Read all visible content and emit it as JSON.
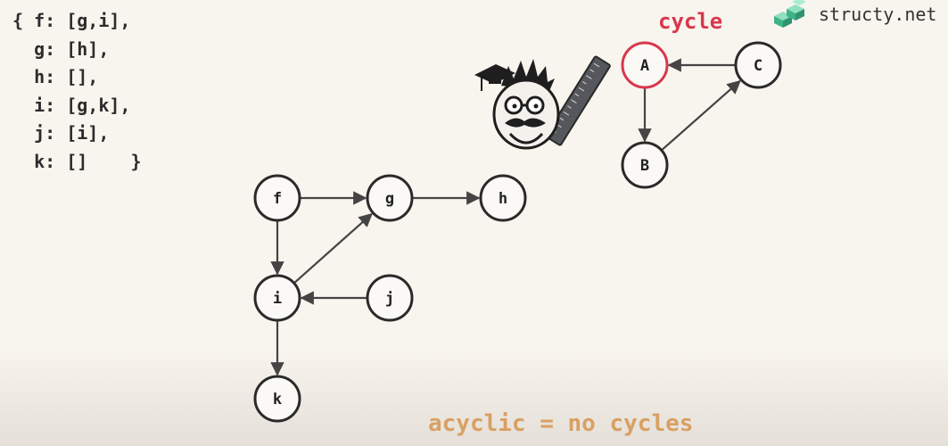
{
  "colors": {
    "node_stroke": "#2a2a2a",
    "highlight": "#d9374b",
    "accent": "#d9a063",
    "edge": "#444444",
    "brand": "#4fc49a"
  },
  "code": {
    "lines": [
      "{ f: [g,i],",
      "  g: [h],",
      "  h: [],",
      "  i: [g,k],",
      "  j: [i],",
      "  k: []    }"
    ]
  },
  "brand": {
    "text": "structy.net",
    "icon": "structy-logo-icon"
  },
  "mascot": {
    "icon": "professor-mascot-with-ruler-icon"
  },
  "cycle_label": "cycle",
  "acyclic_label": "acyclic = no cycles",
  "cycle_graph": {
    "nodes": [
      {
        "id": "A",
        "label": "A",
        "highlight": true
      },
      {
        "id": "B",
        "label": "B",
        "highlight": false
      },
      {
        "id": "C",
        "label": "C",
        "highlight": false
      }
    ],
    "edges": [
      [
        "A",
        "B"
      ],
      [
        "B",
        "C"
      ],
      [
        "C",
        "A"
      ]
    ]
  },
  "main_graph": {
    "nodes": [
      {
        "id": "f",
        "label": "f"
      },
      {
        "id": "g",
        "label": "g"
      },
      {
        "id": "h",
        "label": "h"
      },
      {
        "id": "i",
        "label": "i"
      },
      {
        "id": "j",
        "label": "j"
      },
      {
        "id": "k",
        "label": "k"
      }
    ],
    "edges": [
      [
        "f",
        "g"
      ],
      [
        "f",
        "i"
      ],
      [
        "g",
        "h"
      ],
      [
        "i",
        "g"
      ],
      [
        "i",
        "k"
      ],
      [
        "j",
        "i"
      ]
    ]
  }
}
